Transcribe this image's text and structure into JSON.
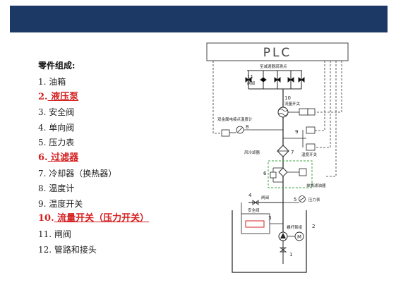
{
  "slide": {
    "banner_color": "#1c3864",
    "list_title": "零件组成:",
    "parts": [
      {
        "num": "1.",
        "label": "油箱",
        "highlight": false
      },
      {
        "num": "2.",
        "label": "液压泵",
        "highlight": true
      },
      {
        "num": "3.",
        "label": "安全阀",
        "highlight": false
      },
      {
        "num": "4.",
        "label": "单向阀",
        "highlight": false
      },
      {
        "num": "5.",
        "label": "压力表",
        "highlight": false
      },
      {
        "num": "6.",
        "label": "过滤器",
        "highlight": true
      },
      {
        "num": "7.",
        "label": "冷却器（换热器）",
        "highlight": false
      },
      {
        "num": "8.",
        "label": "温度计",
        "highlight": false
      },
      {
        "num": "9.",
        "label": "温度开关",
        "highlight": false
      },
      {
        "num": "10.",
        "label": "流量开关（压力开关）",
        "highlight": true
      },
      {
        "num": "11.",
        "label": "闸阀",
        "highlight": false
      },
      {
        "num": "12.",
        "label": "管路和接头",
        "highlight": false
      }
    ],
    "highlight_color": "#d42020"
  },
  "diagram": {
    "plc_label": "PLC",
    "top_label": "至减速器润滑点",
    "n11": "11",
    "l11": "闸阀",
    "n10": "10",
    "l10": "流量开关",
    "n8": "8",
    "l8": "双金属电接点温度计",
    "n9": "9",
    "l9": "温度开关",
    "n7": "7",
    "l7": "风冷却器",
    "n6": "6",
    "l6": "单筒滤油器",
    "n4": "4",
    "l4": "闸阀",
    "n5": "5",
    "l5": "压力表",
    "n3": "3",
    "l3": "安全阀",
    "n2": "2",
    "l2": "螺杆泵组",
    "n1": "1",
    "motor": "M",
    "filter_box_color": "#3aa63a"
  }
}
